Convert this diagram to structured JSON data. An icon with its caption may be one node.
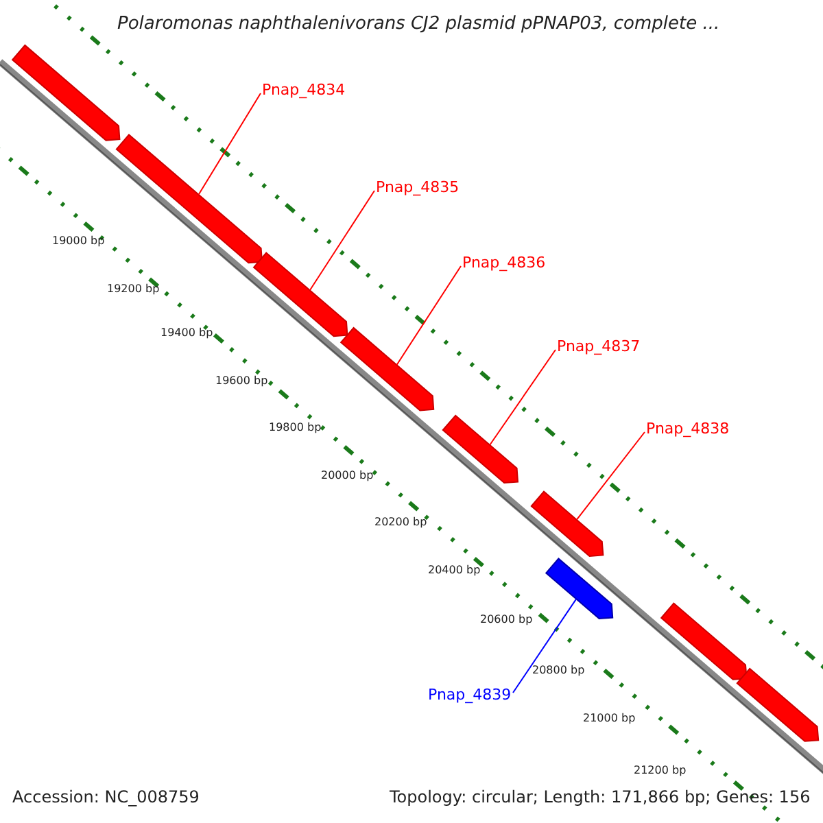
{
  "diagram": {
    "title": "Polaromonas naphthalenivorans CJ2 plasmid pPNAP03, complete ...",
    "nodes": [
      {
        "text": [],
        "shape": "arrow"
      },
      {
        "text": [],
        "shape": "arrow"
      },
      {
        "text": [],
        "shape": "arrow"
      },
      {
        "text": [],
        "shape": "arrow"
      },
      {
        "text": [],
        "shape": "arrow"
      },
      {
        "text": [],
        "shape": "arrow"
      },
      {
        "text": [],
        "shape": "arrow"
      },
      {
        "text": [],
        "shape": "arrow"
      },
      {
        "text": [],
        "shape": "arrow"
      },
      {
        "text": [
          "Pnap_4834"
        ]
      },
      {
        "text": [
          "Pnap_4835"
        ]
      },
      {
        "text": [
          "Pnap_4836"
        ]
      },
      {
        "text": [
          "Pnap_4837"
        ]
      },
      {
        "text": [
          "Pnap_4838"
        ]
      },
      {
        "text": [
          "Pnap_4839"
        ]
      }
    ],
    "edges": [
      {
        "from": 9,
        "to": 1,
        "arrow": "none"
      },
      {
        "from": 10,
        "to": 2,
        "arrow": "none"
      },
      {
        "from": 11,
        "to": 3,
        "arrow": "none"
      },
      {
        "from": 12,
        "to": 4,
        "arrow": "none"
      },
      {
        "from": 13,
        "to": 5,
        "arrow": "none"
      },
      {
        "from": 14,
        "to": 6,
        "arrow": "none",
        "color": "#0000ff"
      }
    ],
    "labels": [
      "19000 bp",
      "19200 bp",
      "19400 bp",
      "19600 bp",
      "19800 bp",
      "20000 bp",
      "20200 bp",
      "20400 bp",
      "20600 bp",
      "20800 bp",
      "21000 bp",
      "21200 bp",
      "Accession: NC_008759",
      "Topology: circular; Length: 171,866 bp; Genes: 156"
    ]
  }
}
